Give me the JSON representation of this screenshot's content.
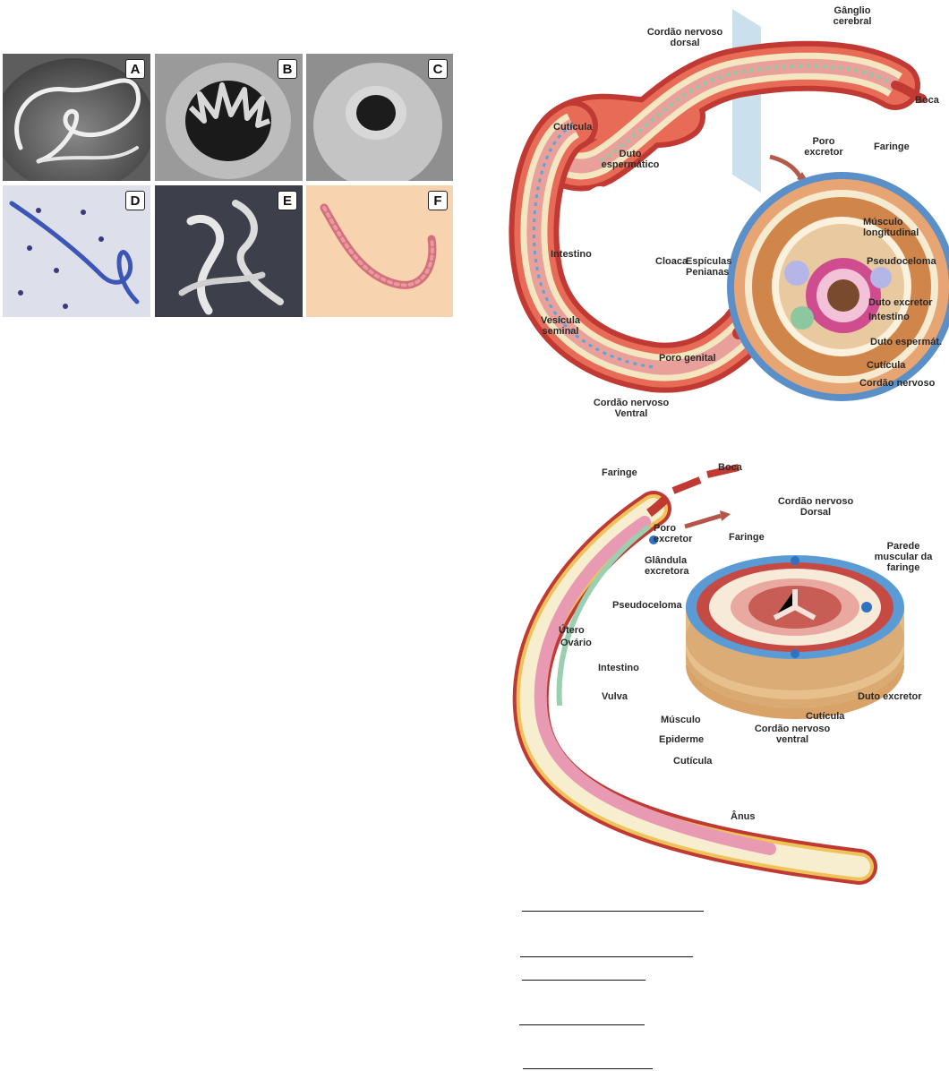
{
  "photo_panels": [
    {
      "letter": "A"
    },
    {
      "letter": "B"
    },
    {
      "letter": "C"
    },
    {
      "letter": "D"
    },
    {
      "letter": "E"
    },
    {
      "letter": "F"
    }
  ],
  "male_diagram": {
    "labels": {
      "ganglio": "Gânglio\ncerebral",
      "cordao_dorsal": "Cordão nervoso\ndorsal",
      "boca": "Boca",
      "cuticula": "Cutícula",
      "duto_espermatico": "Duto\nespermático",
      "poro_excretor": "Poro\nexcretor",
      "faringe": "Faringe",
      "intestino": "Intestino",
      "cloaca": "Cloaca",
      "espiculas": "Espículas\nPenianas",
      "vesicula": "Vesícula\nseminal",
      "poro_genital": "Poro genital",
      "cordao_ventral": "Cordão nervoso\nVentral"
    },
    "cross_section_labels": {
      "musculo": "Músculo\nlongitudinal",
      "pseudoceloma": "Pseudoceloma",
      "duto_excretor": "Duto excretor",
      "intestino": "Intestino",
      "duto_espermat": "Duto espermát.",
      "cuticula": "Cutícula",
      "cordao": "Cordão nervoso"
    }
  },
  "female_diagram": {
    "labels": {
      "faringe": "Faringe",
      "boca": "Boca",
      "poro_excretor": "Poro\nexcretor",
      "glandula": "Glândula\nexcretora",
      "pseudoceloma": "Pseudoceloma",
      "utero": "Útero",
      "ovario": "Ovário",
      "intestino": "Intestino",
      "vulva": "Vulva",
      "musculo": "Músculo",
      "epiderme": "Epiderme",
      "cuticula": "Cutícula",
      "anus": "Ânus"
    },
    "cross_section_labels": {
      "cordao_dorsal": "Cordão nervoso\nDorsal",
      "faringe": "Faringe",
      "parede": "Parede\nmuscular da\nfaringe",
      "duto_excretor": "Duto excretor",
      "cuticula": "Cutícula",
      "cordao_ventral": "Cordão nervoso\nventral"
    }
  },
  "blank_lines_count": 5
}
